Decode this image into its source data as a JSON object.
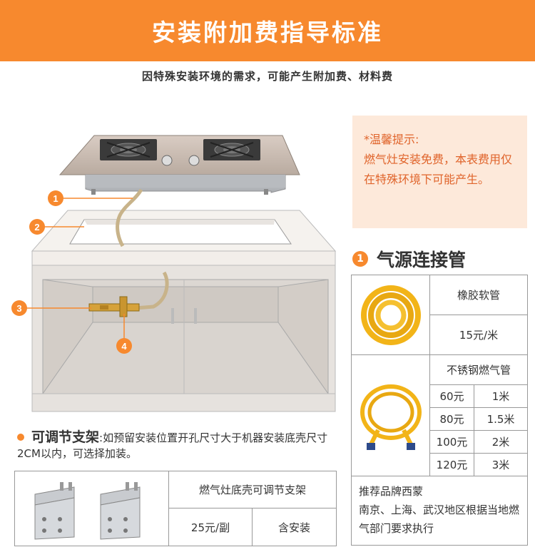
{
  "banner": {
    "title": "安装附加费指导标准"
  },
  "subtitle": "因特殊安装环境的需求，可能产生附加费、材料费",
  "tip": {
    "title": "*温馨提示:",
    "body": "燃气灶安装免费，本表费用仅在特殊环境下可能产生。"
  },
  "illustration": {
    "markers": [
      "1",
      "2",
      "3",
      "4"
    ]
  },
  "gas_section": {
    "number": "1",
    "title": "气源连接管",
    "rubber": {
      "name": "橡胶软管",
      "price": "15元/米"
    },
    "steel": {
      "name": "不锈钢燃气管",
      "rows": [
        {
          "price": "60元",
          "length": "1米"
        },
        {
          "price": "80元",
          "length": "1.5米"
        },
        {
          "price": "100元",
          "length": "2米"
        },
        {
          "price": "120元",
          "length": "3米"
        }
      ]
    },
    "brand_note": "推荐品牌西蒙\n南京、上海、武汉地区根据当地燃气部门要求执行",
    "brand_title": "推荐品牌西蒙",
    "brand_body": "南京、上海、武汉地区根据当地燃气部门要求执行"
  },
  "bracket_section": {
    "title": "可调节支架",
    "desc": ":如预留安装位置开孔尺寸大于机器安装底壳尺寸2CM以内，可选择加装。",
    "product": "燃气灶底壳可调节支架",
    "price": "25元/副",
    "install": "含安装"
  },
  "colors": {
    "accent": "#f7892e",
    "tip_bg": "#fde9da",
    "tip_text": "#e0642b",
    "hose_yellow": "#f2b418"
  }
}
